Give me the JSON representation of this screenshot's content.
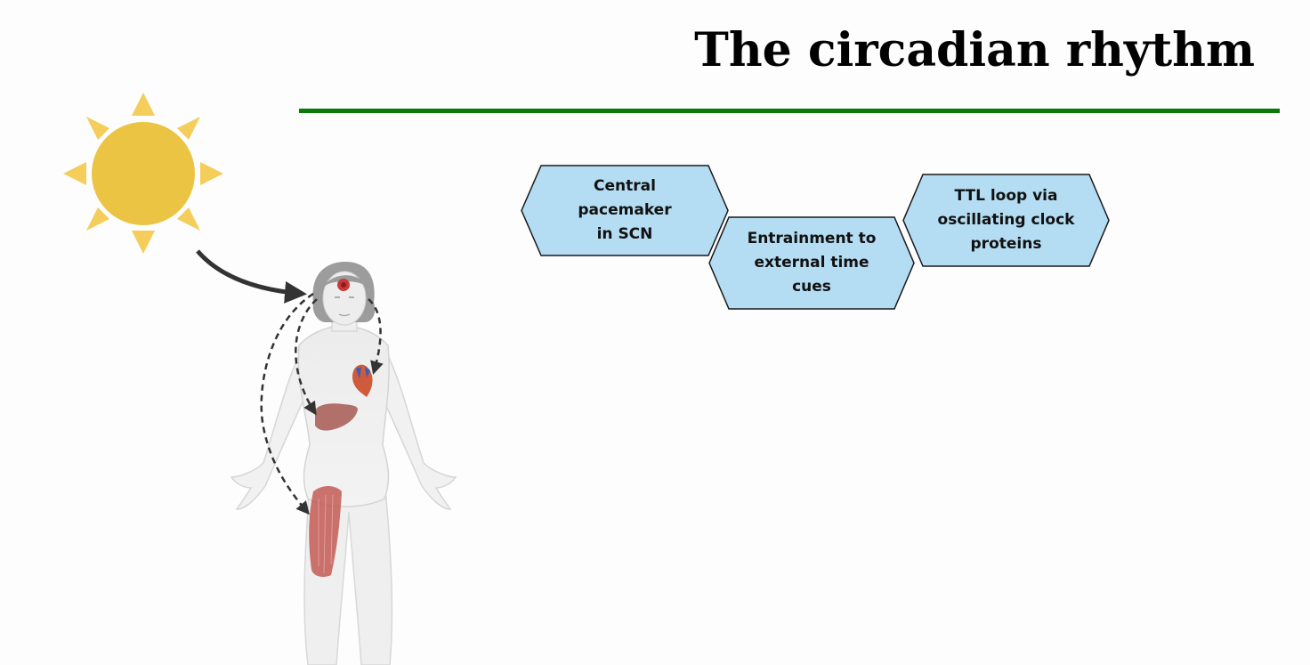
{
  "title": "The circadian rhythm",
  "colors": {
    "title_rule": "#0b7a0b",
    "hex_fill": "#b4dcf2",
    "hex_stroke": "#1a1a1a",
    "sun": "#ecc444",
    "sun_rays": "#f4cd5a",
    "arrow": "#333333"
  },
  "hexagons": [
    {
      "label": "Central pacemaker\nin SCN"
    },
    {
      "label": "Entrainment to\nexternal time cues"
    },
    {
      "label": "TTL  loop via\noscillating clock\nproteins"
    }
  ],
  "illustration": {
    "sun": "sun-icon",
    "figure": "human-body-figure",
    "organs": [
      "brain-scn-marker",
      "heart-icon",
      "liver-icon",
      "thigh-muscle-icon"
    ]
  }
}
